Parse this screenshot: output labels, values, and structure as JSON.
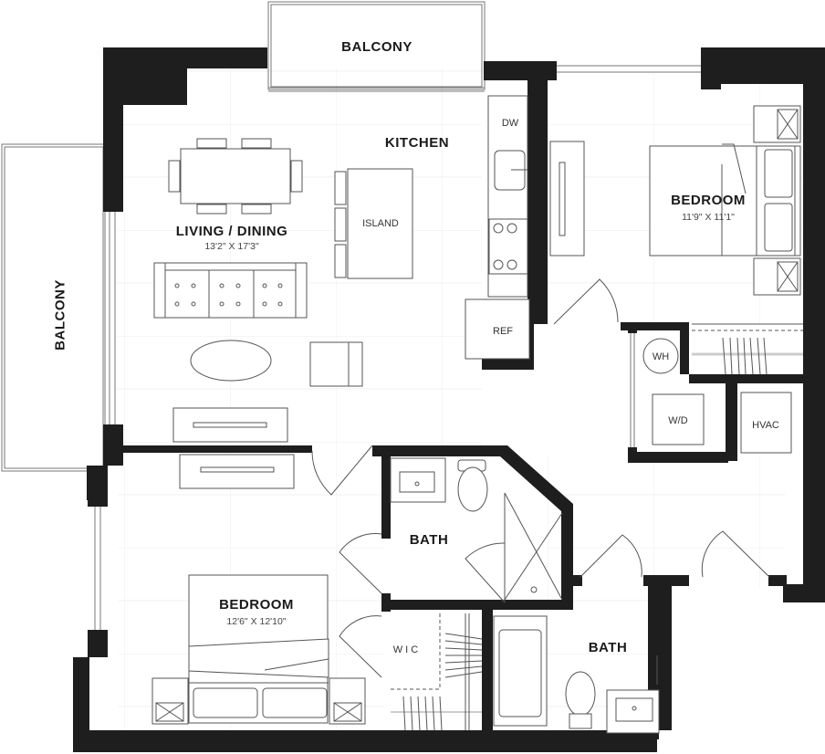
{
  "floor_plan": {
    "colors": {
      "wall": "#1e1e1e",
      "line": "#555555",
      "grid": "#e8e8e8",
      "background": "#ffffff"
    },
    "rooms": [
      {
        "id": "balcony-top",
        "label": "BALCONY",
        "dimensions": ""
      },
      {
        "id": "balcony-left",
        "label": "BALCONY",
        "dimensions": ""
      },
      {
        "id": "kitchen",
        "label": "KITCHEN",
        "dimensions": ""
      },
      {
        "id": "living-dining",
        "label": "LIVING / DINING",
        "dimensions": "13'2\" X 17'3\""
      },
      {
        "id": "bedroom-1",
        "label": "BEDROOM",
        "dimensions": "11'9\" X 11'1\""
      },
      {
        "id": "bedroom-2",
        "label": "BEDROOM",
        "dimensions": "12'6\" X 12'10\""
      },
      {
        "id": "bath-1",
        "label": "BATH",
        "dimensions": ""
      },
      {
        "id": "bath-2",
        "label": "BATH",
        "dimensions": ""
      }
    ],
    "fixtures": {
      "island": "ISLAND",
      "dishwasher": "DW",
      "refrigerator": "REF",
      "water_heater": "WH",
      "washer_dryer": "W/D",
      "hvac": "HVAC",
      "walk_in_closet": "WIC"
    }
  }
}
